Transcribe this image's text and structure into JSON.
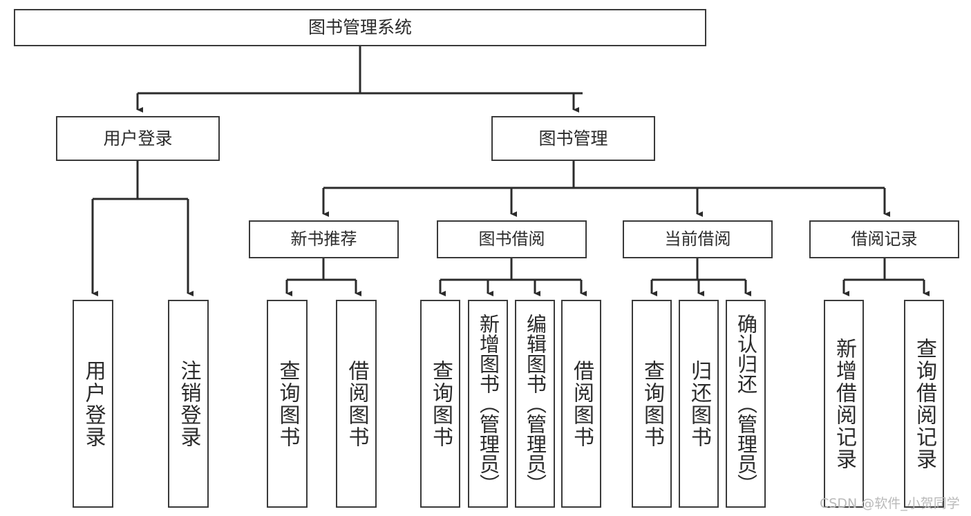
{
  "diagram": {
    "type": "tree-hierarchy",
    "title": "图书管理系统",
    "watermark": "CSDN @软件_小贺同学",
    "colors": {
      "box_border": "#3a3a3a",
      "box_fill": "#ffffff",
      "connector": "#2b2b2b",
      "text": "#2b2b2b",
      "watermark": "#b9b9b9"
    },
    "nodes": {
      "root": "图书管理系统",
      "level2": [
        "用户登录",
        "图书管理"
      ],
      "level3": [
        "新书推荐",
        "图书借阅",
        "当前借阅",
        "借阅记录"
      ],
      "leaves": {
        "user_login": [
          "用户登录",
          "注销登录"
        ],
        "new_book_recommend": [
          "查询图书",
          "借阅图书"
        ],
        "book_borrow": [
          "查询图书",
          "新增图书（管理员）",
          "编辑图书（管理员）",
          "借阅图书"
        ],
        "current_borrow": [
          "查询图书",
          "归还图书",
          "确认归还（管理员）"
        ],
        "borrow_record": [
          "新增借阅记录",
          "查询借阅记录"
        ]
      }
    },
    "edges": [
      {
        "from": "图书管理系统",
        "to": "用户登录"
      },
      {
        "from": "图书管理系统",
        "to": "图书管理"
      },
      {
        "from": "图书管理",
        "to": "新书推荐"
      },
      {
        "from": "图书管理",
        "to": "图书借阅"
      },
      {
        "from": "图书管理",
        "to": "当前借阅"
      },
      {
        "from": "图书管理",
        "to": "借阅记录"
      },
      {
        "from": "用户登录",
        "to": "用户登录"
      },
      {
        "from": "用户登录",
        "to": "注销登录"
      },
      {
        "from": "新书推荐",
        "to": "查询图书"
      },
      {
        "from": "新书推荐",
        "to": "借阅图书"
      },
      {
        "from": "图书借阅",
        "to": "查询图书"
      },
      {
        "from": "图书借阅",
        "to": "新增图书（管理员）"
      },
      {
        "from": "图书借阅",
        "to": "编辑图书（管理员）"
      },
      {
        "from": "图书借阅",
        "to": "借阅图书"
      },
      {
        "from": "当前借阅",
        "to": "查询图书"
      },
      {
        "from": "当前借阅",
        "to": "归还图书"
      },
      {
        "from": "当前借阅",
        "to": "确认归还（管理员）"
      },
      {
        "from": "借阅记录",
        "to": "新增借阅记录"
      },
      {
        "from": "借阅记录",
        "to": "查询借阅记录"
      }
    ]
  }
}
